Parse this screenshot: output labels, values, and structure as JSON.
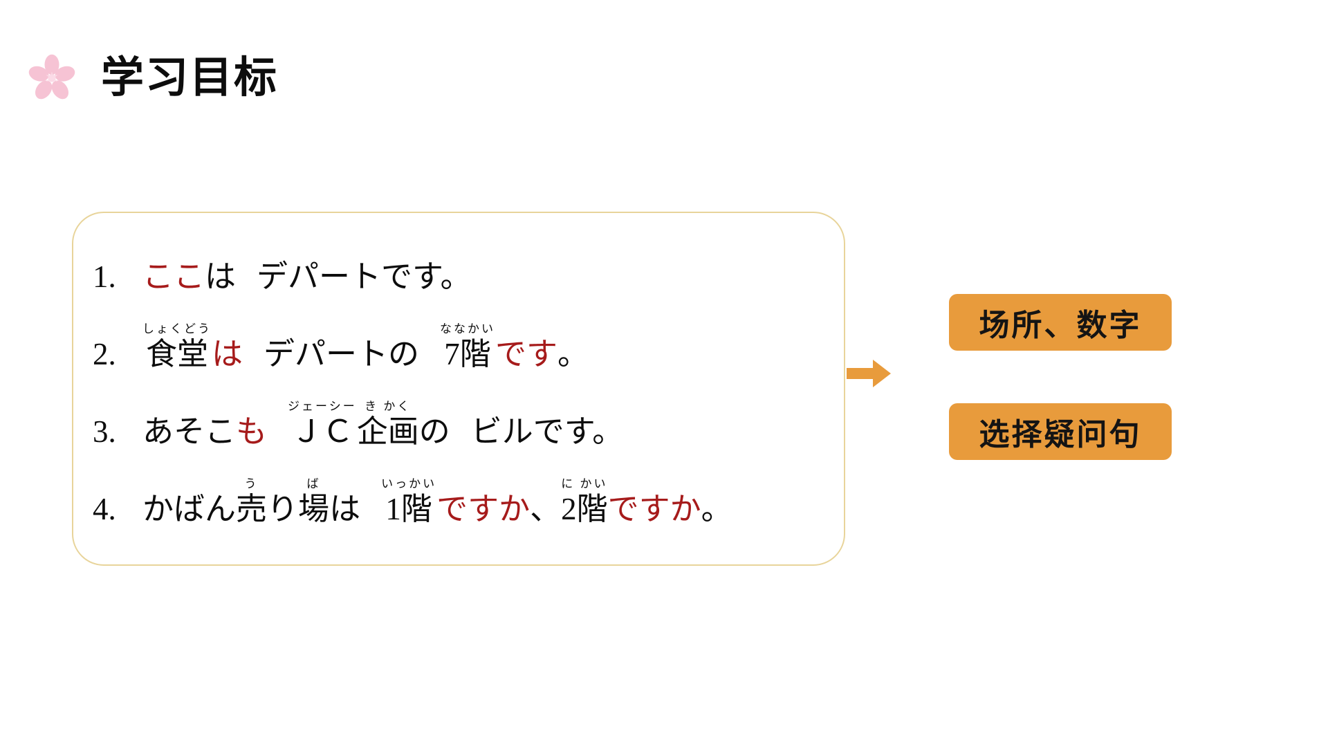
{
  "slide": {
    "background_color": "#ffffff",
    "title": "学习目标",
    "title_icon": "sakura-flower-icon",
    "icon_color": "#f6c3d4"
  },
  "content_box": {
    "border_color": "#e8d49a",
    "sentences": [
      {
        "number": "1.",
        "parts": [
          {
            "text": "ここ",
            "color": "red",
            "furigana": ""
          },
          {
            "text": "は",
            "color": "black",
            "furigana": ""
          },
          {
            "text": "__SPACE__",
            "color": "black",
            "furigana": ""
          },
          {
            "text": "デパートです。",
            "color": "black",
            "furigana": ""
          }
        ]
      },
      {
        "number": "2.",
        "parts": [
          {
            "text": "食堂",
            "color": "black",
            "furigana": "しょくどう"
          },
          {
            "text": "は",
            "color": "red",
            "furigana": ""
          },
          {
            "text": "__SPACE__",
            "color": "black",
            "furigana": ""
          },
          {
            "text": "デパートの",
            "color": "black",
            "furigana": ""
          },
          {
            "text": "__SPACE__",
            "color": "black",
            "furigana": ""
          },
          {
            "text": "7階",
            "color": "black",
            "furigana": "ななかい"
          },
          {
            "text": "です",
            "color": "red",
            "furigana": ""
          },
          {
            "text": "。",
            "color": "black",
            "furigana": ""
          }
        ]
      },
      {
        "number": "3.",
        "parts": [
          {
            "text": "あそこ",
            "color": "black",
            "furigana": ""
          },
          {
            "text": "も",
            "color": "red",
            "furigana": ""
          },
          {
            "text": "__SPACE__",
            "color": "black",
            "furigana": ""
          },
          {
            "text": "ＪＣ",
            "color": "black",
            "furigana": "ジェーシー"
          },
          {
            "text": "企画",
            "color": "black",
            "furigana": "き かく"
          },
          {
            "text": "の",
            "color": "black",
            "furigana": ""
          },
          {
            "text": "__SPACE__",
            "color": "black",
            "furigana": ""
          },
          {
            "text": "ビルです。",
            "color": "black",
            "furigana": ""
          }
        ]
      },
      {
        "number": "4.",
        "parts": [
          {
            "text": "かばん",
            "color": "black",
            "furigana": ""
          },
          {
            "text": "売",
            "color": "black",
            "furigana": "う"
          },
          {
            "text": "り",
            "color": "black",
            "furigana": ""
          },
          {
            "text": "場",
            "color": "black",
            "furigana": "ば"
          },
          {
            "text": "は",
            "color": "black",
            "furigana": ""
          },
          {
            "text": "__SPACE__",
            "color": "black",
            "furigana": ""
          },
          {
            "text": "1階",
            "color": "black",
            "furigana": "いっかい"
          },
          {
            "text": "ですか",
            "color": "red",
            "furigana": ""
          },
          {
            "text": "、",
            "color": "black",
            "furigana": ""
          },
          {
            "text": "2階",
            "color": "black",
            "furigana": "に かい"
          },
          {
            "text": "ですか",
            "color": "red",
            "furigana": ""
          },
          {
            "text": "。",
            "color": "black",
            "furigana": ""
          }
        ]
      }
    ]
  },
  "arrow": {
    "name": "right-arrow",
    "color": "#e89b3c"
  },
  "tags": [
    {
      "label": "场所、数字",
      "bg_color": "#e89b3c"
    },
    {
      "label": "选择疑问句",
      "bg_color": "#e89b3c"
    }
  ],
  "colors": {
    "highlight_red": "#a61b1b",
    "text_black": "#0d0d0d",
    "accent_orange": "#e89b3c",
    "box_border_gold": "#e8d49a",
    "sakura_pink": "#f6c3d4"
  }
}
